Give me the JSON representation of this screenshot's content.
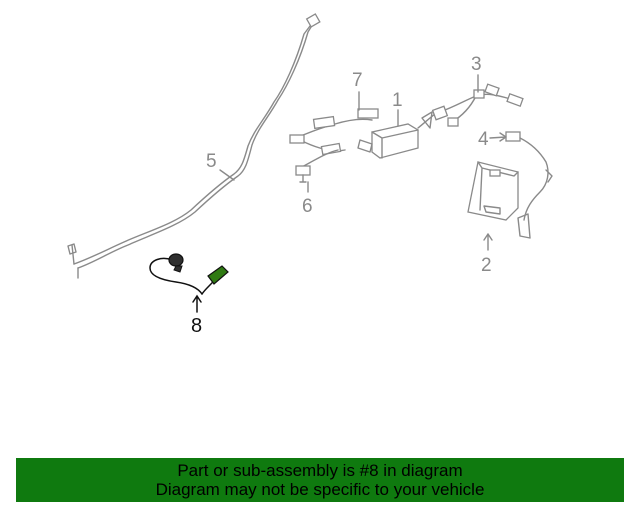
{
  "diagram": {
    "callouts": [
      {
        "id": "1",
        "text": "1"
      },
      {
        "id": "2",
        "text": "2"
      },
      {
        "id": "3",
        "text": "3"
      },
      {
        "id": "4",
        "text": "4"
      },
      {
        "id": "5",
        "text": "5"
      },
      {
        "id": "6",
        "text": "6"
      },
      {
        "id": "7",
        "text": "7"
      },
      {
        "id": "8",
        "text": "8"
      }
    ],
    "highlight_color": "#2f7a12"
  },
  "banner": {
    "line1": "Part or sub-assembly is #8 in diagram",
    "line2": "Diagram may not be specific to your vehicle",
    "background": "#0f7a0f"
  }
}
